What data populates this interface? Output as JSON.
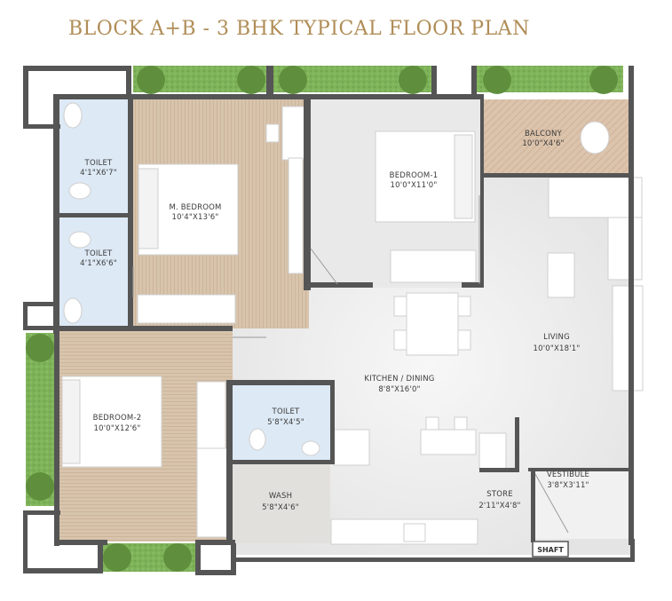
{
  "title": "BLOCK A+B - 3 BHK TYPICAL FLOOR PLAN",
  "colors": {
    "title": "#b08d57",
    "wall": "#555555",
    "wood_floor": "#d8c4ac",
    "tile_floor": "#ececec",
    "toilet_floor": "#dde9f5",
    "balcony_floor": "#dcc3ac",
    "garden": "#7fb35a",
    "wash_floor": "#e2e0dd"
  },
  "rooms": {
    "balcony": {
      "name": "BALCONY",
      "dims": "10'0\"X4'6\""
    },
    "toilet_1": {
      "name": "TOILET",
      "dims": "4'1\"X6'7\""
    },
    "toilet_2": {
      "name": "TOILET",
      "dims": "4'1\"X6'6\""
    },
    "master_bedroom": {
      "name": "M. BEDROOM",
      "dims": "10'4\"X13'6\""
    },
    "bedroom_1": {
      "name": "BEDROOM-1",
      "dims": "10'0\"X11'0\""
    },
    "living": {
      "name": "LIVING",
      "dims": "10'0\"X18'1\""
    },
    "kitchen_dining": {
      "name": "KITCHEN / DINING",
      "dims": "8'8\"X16'0\""
    },
    "bedroom_2": {
      "name": "BEDROOM-2",
      "dims": "10'0\"X12'6\""
    },
    "toilet_3": {
      "name": "TOILET",
      "dims": "5'8\"X4'5\""
    },
    "wash": {
      "name": "WASH",
      "dims": "5'8\"X4'6\""
    },
    "store": {
      "name": "STORE",
      "dims": "2'11\"X4'8\""
    },
    "vestibule": {
      "name": "VESTIBULE",
      "dims": "3'8\"X3'11\""
    },
    "shaft": {
      "name": "SHAFT"
    }
  }
}
